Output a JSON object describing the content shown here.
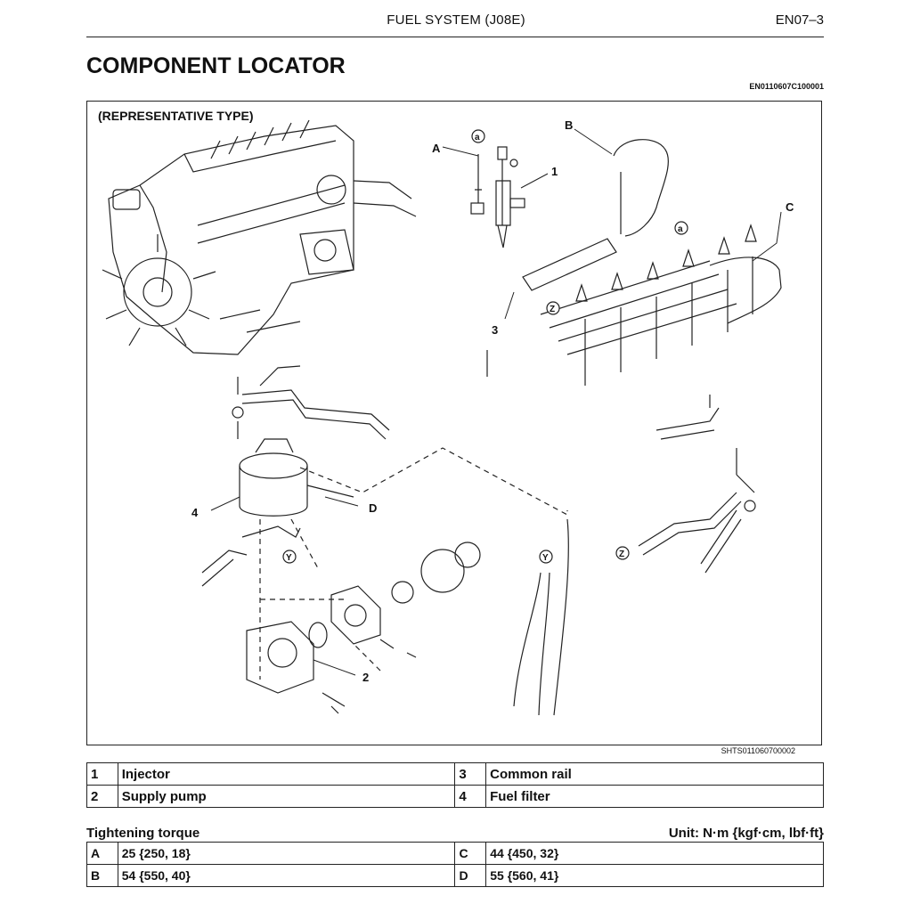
{
  "header": {
    "section": "FUEL SYSTEM (J08E)",
    "page": "EN07–3"
  },
  "title": "COMPONENT LOCATOR",
  "doc_code": "EN0110607C100001",
  "figure": {
    "caption": "(REPRESENTATIVE TYPE)",
    "image_id": "SHTS011060700002",
    "callouts": {
      "a1": "A",
      "a2": "B",
      "a3": "C",
      "a4": "D",
      "n1": "1",
      "n2": "2",
      "n3": "3",
      "n4": "4",
      "c1": "a",
      "c2": "a",
      "c3": "Z",
      "c4": "Z",
      "c5": "Y",
      "c6": "Y"
    }
  },
  "components": [
    {
      "num": "1",
      "name": "Injector"
    },
    {
      "num": "3",
      "name": "Common rail"
    },
    {
      "num": "2",
      "name": "Supply pump"
    },
    {
      "num": "4",
      "name": "Fuel filter"
    }
  ],
  "torque": {
    "title": "Tightening torque",
    "unit": "Unit: N·m {kgf·cm, lbf·ft}",
    "rows": [
      {
        "key": "A",
        "value": "25 {250, 18}"
      },
      {
        "key": "C",
        "value": "44 {450, 32}"
      },
      {
        "key": "B",
        "value": "54 {550, 40}"
      },
      {
        "key": "D",
        "value": "55 {560, 41}"
      }
    ]
  }
}
